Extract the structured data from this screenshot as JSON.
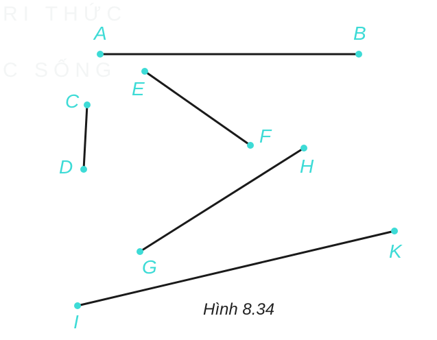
{
  "watermark": {
    "line1": "RI THỨC",
    "line2": "C SỐNG"
  },
  "caption": "Hình 8.34",
  "colors": {
    "point": "#3ddbd6",
    "label": "#3ddbd6",
    "segment": "#1a1a1a"
  },
  "points": {
    "A": "A",
    "B": "B",
    "C": "C",
    "D": "D",
    "E": "E",
    "F": "F",
    "G": "G",
    "H": "H",
    "I": "I",
    "K": "K"
  },
  "segments": [
    "AB",
    "CD",
    "EF",
    "GH",
    "IK"
  ]
}
